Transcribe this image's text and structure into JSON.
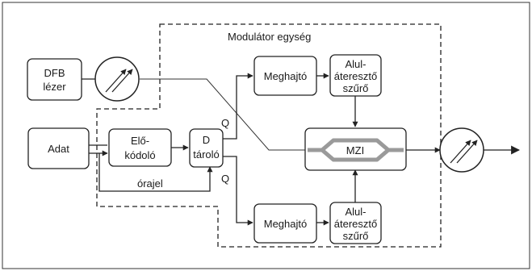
{
  "blocks": {
    "dfb_laser": [
      "DFB",
      "lézer"
    ],
    "data": [
      "Adat"
    ],
    "precoder": [
      "Elő-",
      "kódoló"
    ],
    "d_latch": [
      "D",
      "tároló"
    ],
    "driver_top": [
      "Meghajtó"
    ],
    "driver_bottom": [
      "Meghajtó"
    ],
    "lpf_top": [
      "Alul-",
      "áteresztő",
      "szűrő"
    ],
    "lpf_bottom": [
      "Alul-",
      "áteresztő",
      "szűrő"
    ],
    "mzi": [
      "MZI"
    ]
  },
  "labels": {
    "modulator_unit": "Modulátor egység",
    "clock": "órajel",
    "q_top": "Q",
    "q_bottom": "Q"
  },
  "icons": {
    "attenuator_in": "variable-attenuator-icon",
    "attenuator_out": "variable-attenuator-icon"
  }
}
